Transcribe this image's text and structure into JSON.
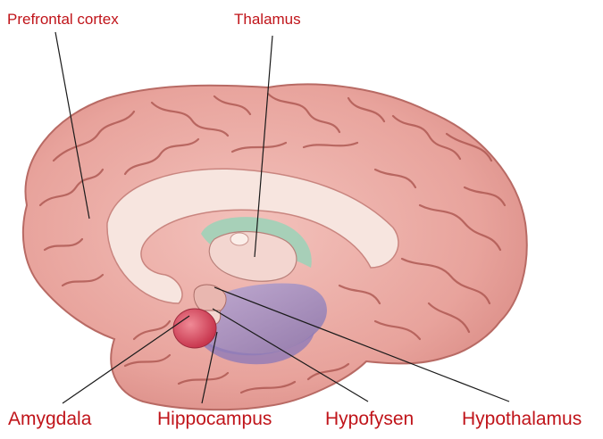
{
  "labels": {
    "prefrontal_cortex": "Prefrontal cortex",
    "thalamus": "Thalamus",
    "amygdala": "Amygdala",
    "hippocampus": "Hippocampus",
    "hypofysen": "Hypofysen",
    "hypothalamus": "Hypothalamus"
  },
  "colors": {
    "label_text": "#c0141a",
    "cortex": "#ecaaa3",
    "sulcus": "#a8504a",
    "inner_pale": "#f7e5df",
    "thalamus_green": "#9fd1b8",
    "limbic_purple": "#9c8bbf",
    "amygdala_red": "#d9566a"
  }
}
